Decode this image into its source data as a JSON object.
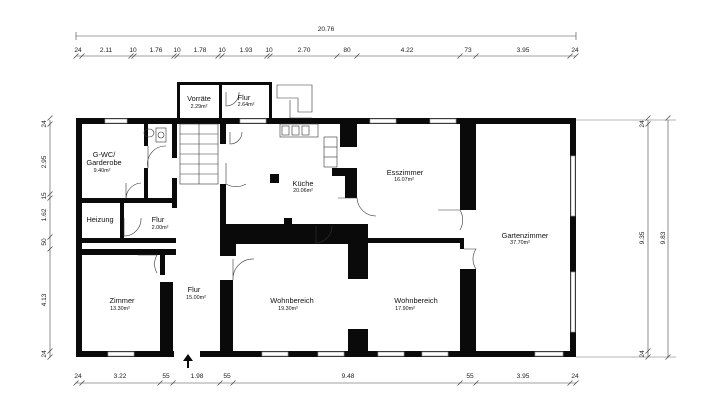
{
  "plan": {
    "total_width": "20.76",
    "top_dims": [
      "24",
      "2.11",
      "10",
      "1.76",
      "10",
      "1.78",
      "10",
      "1.93",
      "10",
      "2.70",
      "80",
      "4.22",
      "73",
      "3.95",
      "24"
    ],
    "bottom_dims": [
      "24",
      "3.22",
      "55",
      "1.98",
      "55",
      "9.48",
      "55",
      "3.95",
      "24"
    ],
    "left_dims": [
      "24",
      "2.95",
      "15",
      "1.62",
      "50",
      "4.13",
      "24"
    ],
    "right_inner_dims": [
      "24",
      "9.35",
      "24"
    ],
    "right_outer_dim": "9.83",
    "rooms": [
      {
        "name": "Vorräte",
        "area": "2.29m²"
      },
      {
        "name": "Flur",
        "area": "2.64m²"
      },
      {
        "name": "G-WC/",
        "name2": "Garderobe",
        "area": "9.40m²"
      },
      {
        "name": "Küche",
        "area": "20.06m²"
      },
      {
        "name": "Esszimmer",
        "area": "16.07m²"
      },
      {
        "name": "Gartenzimmer",
        "area": "37.70m²"
      },
      {
        "name": "Heizung",
        "area": ""
      },
      {
        "name": "Flur",
        "area": "2.00m²"
      },
      {
        "name": "Flur",
        "area": "15.00m²"
      },
      {
        "name": "Zimmer",
        "area": "13.30m²"
      },
      {
        "name": "Wohnbereich",
        "area": "19.30m²"
      },
      {
        "name": "Wohnbereich",
        "area": "17.90m²"
      }
    ]
  },
  "colors": {
    "wall": "#0a0a0a",
    "line": "#333333",
    "window": "#aaaaaa"
  }
}
